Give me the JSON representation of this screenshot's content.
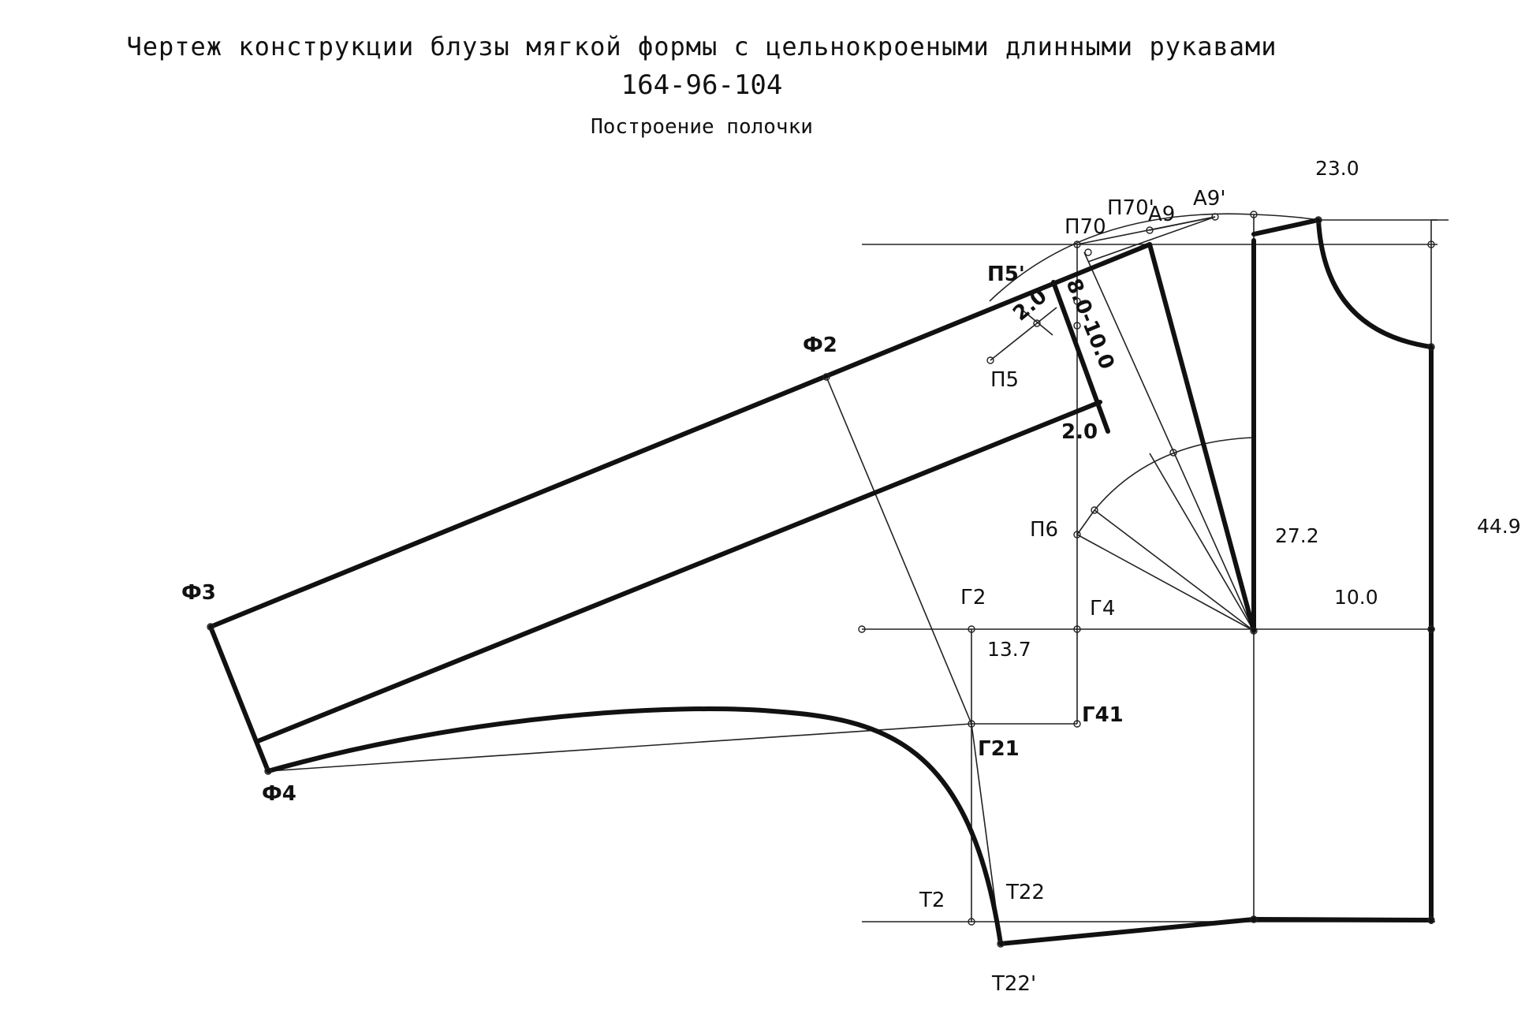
{
  "title": "Чертеж конструкции блузы мягкой формы с цельнокроеными длинными рукавами",
  "size_code": "164-96-104",
  "subtitle": "Построение полочки",
  "points": {
    "P70s": "П70'",
    "A9": "А9",
    "A9s": "А9'",
    "P70": "П70",
    "P5s": "П5'",
    "P5": "П5",
    "F2": "Ф2",
    "F3": "Ф3",
    "F4": "Ф4",
    "P6": "П6",
    "G2": "Г2",
    "G4": "Г4",
    "G41": "Г41",
    "G21": "Г21",
    "T2": "Т2",
    "T22": "Т22",
    "T22s": "Т22'"
  },
  "dimensions": {
    "d230": "23.0",
    "d449": "44.9",
    "d272": "27.2",
    "d100": "10.0",
    "d137": "13.7",
    "d20a": "2.0",
    "d20b": "2.0",
    "d8010": "8.0-10.0"
  }
}
